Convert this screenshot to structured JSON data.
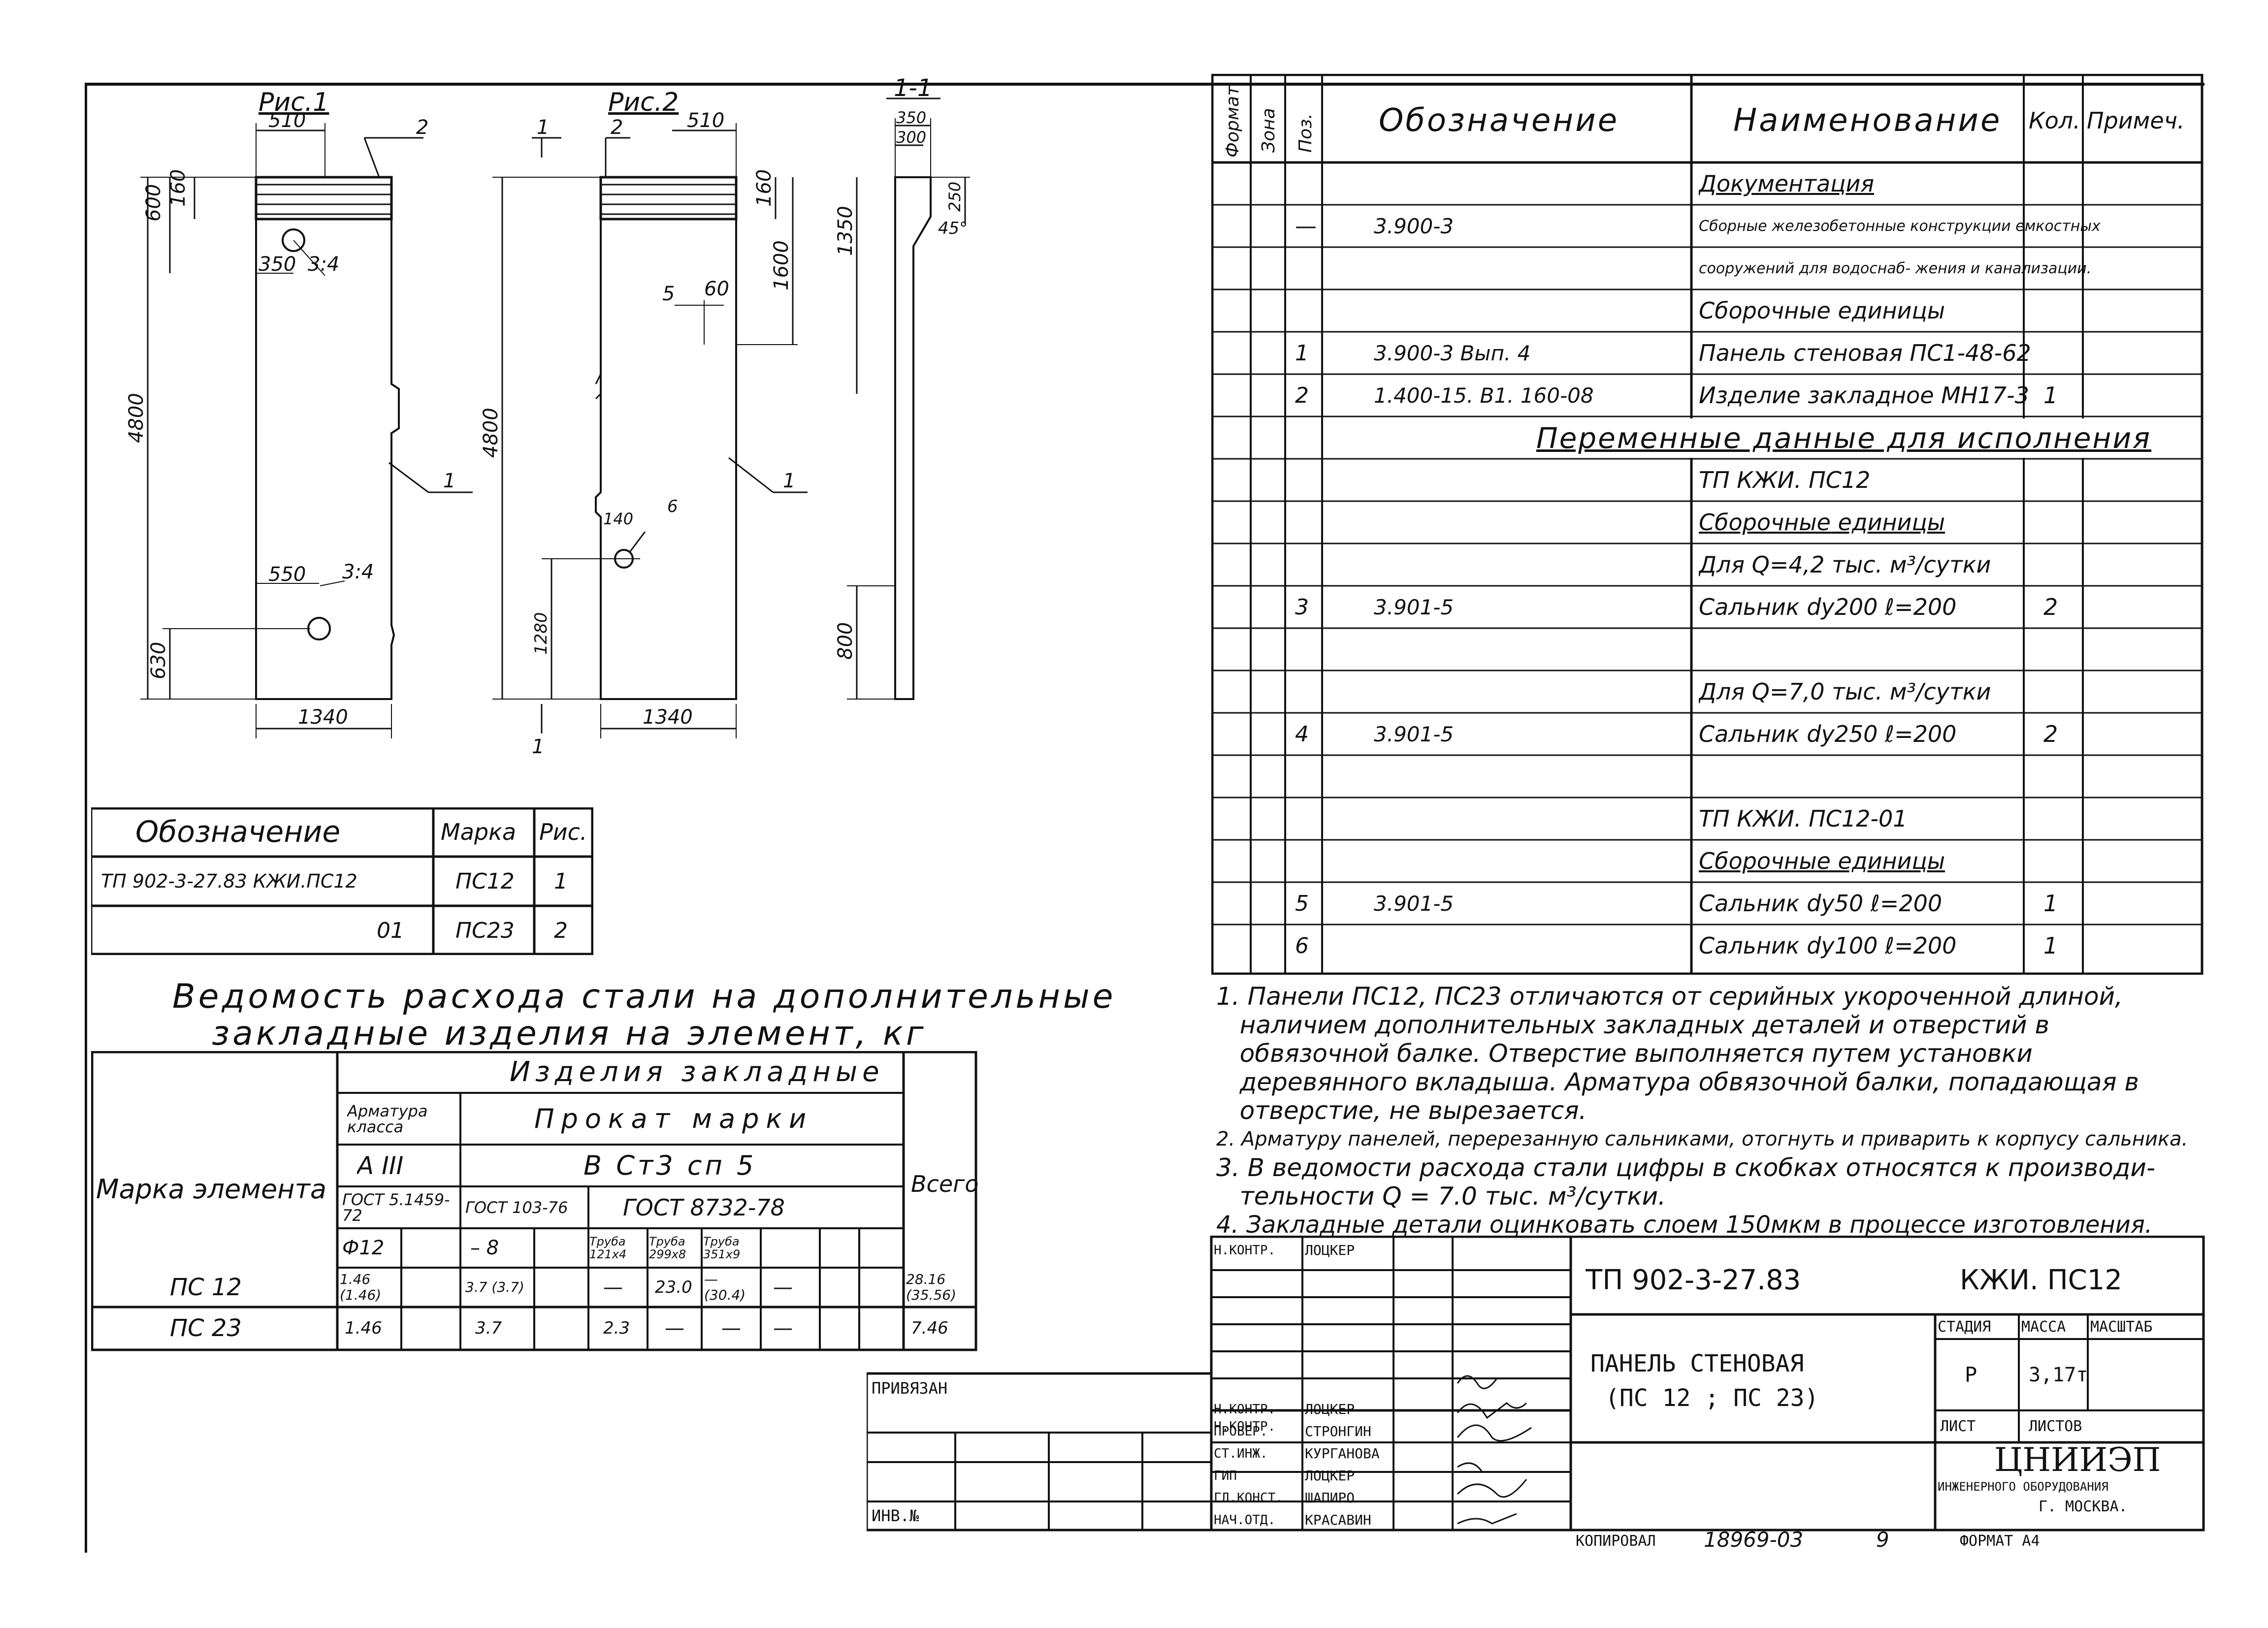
{
  "drawing": {
    "fig1": {
      "title": "Рис.1",
      "d_510": "510",
      "d_600": "600",
      "d_160": "160",
      "d_350": "350",
      "slope": "3:4",
      "d_4800": "4800",
      "d_550": "550",
      "slope2": "3:4",
      "d_630": "630",
      "d_1340": "1340",
      "call_2": "2",
      "call_1": "1"
    },
    "fig2": {
      "title": "Рис.2",
      "call_2": "2",
      "d_510": "510",
      "d_160": "160",
      "d_1600": "1600",
      "call_5": "5",
      "d_60": "60",
      "d_4800": "4800",
      "call_1": "1",
      "d_140": "140",
      "call_6": "6",
      "d_1280": "1280",
      "d_1340": "1340",
      "sec_mark": "1"
    },
    "sec11": {
      "title": "1-1",
      "d_350": "350",
      "d_300": "300",
      "d_1350": "1350",
      "d_250": "250",
      "angle": "45°",
      "d_800": "800"
    }
  },
  "small_table": {
    "headers": [
      "Обозначение",
      "Марка",
      "Рис."
    ],
    "rows": [
      [
        "ТП 902-3-27.83 КЖИ.ПС12",
        "ПС12",
        "1"
      ],
      [
        "01",
        "ПС23",
        "2"
      ]
    ]
  },
  "steel": {
    "title1": "Ведомость расхода стали на дополнительные",
    "title2": "закладные изделия на элемент, кг",
    "group": "Изделия закладные",
    "col_mark": "Марка элемента",
    "col_total": "Всего",
    "arm_class": "Арматура класса",
    "prokat": "Прокат марки",
    "arm_a3": "А III",
    "vst": "В Ст3 сп 5",
    "gost1": "ГОСТ 5.1459-72",
    "gost2": "ГОСТ 103-76",
    "gost3": "ГОСТ 8732-78",
    "phi12": "Ф12",
    "s8": "– 8",
    "pipe1": "Труба 121х4",
    "pipe2": "Труба 299х8",
    "pipe3": "Труба 351х9",
    "rows": [
      {
        "mark": "ПС 12",
        "v1": "1.46 (1.46)",
        "v2": "3.7 (3.7)",
        "v3": "—",
        "v4": "23.0",
        "v5": "— (30.4)",
        "v6": "—",
        "total": "28.16 (35.56)"
      },
      {
        "mark": "ПС 23",
        "v1": "1.46",
        "v2": "3.7",
        "v3": "2.3",
        "v4": "—",
        "v5": "—",
        "v6": "—",
        "total": "7.46"
      }
    ]
  },
  "spec": {
    "headers": {
      "format": "Формат",
      "zone": "Зона",
      "pos": "Поз.",
      "design": "Обозначение",
      "name": "Наименование",
      "qty": "Кол.",
      "note": "Примеч."
    },
    "rows": [
      {
        "pos": "",
        "design": "",
        "name": "Документация",
        "qty": "",
        "u": true
      },
      {
        "pos": "—",
        "design": "3.900-3",
        "name": "Сборные железобетонные конструкции емкостных",
        "qty": ""
      },
      {
        "pos": "",
        "design": "",
        "name": "сооружений для водоснаб- жения и канализации.",
        "qty": ""
      },
      {
        "pos": "",
        "design": "",
        "name": "Сборочные единицы",
        "qty": ""
      },
      {
        "pos": "1",
        "design": "3.900-3     Вып. 4",
        "name": "Панель стеновая ПС1-48-62",
        "qty": ""
      },
      {
        "pos": "2",
        "design": "1.400-15. В1. 160-08",
        "name": "Изделие закладное МН17-3",
        "qty": "1"
      },
      {
        "pos": "",
        "design": "",
        "name": "",
        "qty": ""
      },
      {
        "pos": "",
        "design": "",
        "name": "ТП           КЖИ. ПС12",
        "qty": ""
      },
      {
        "pos": "",
        "design": "",
        "name": "Сборочные единицы",
        "qty": "",
        "u": true
      },
      {
        "pos": "",
        "design": "",
        "name": "Для Q=4,2 тыс. м³/сутки",
        "qty": ""
      },
      {
        "pos": "3",
        "design": "3.901-5",
        "name": "Сальник dy200    ℓ=200",
        "qty": "2"
      },
      {
        "pos": "",
        "design": "",
        "name": "",
        "qty": ""
      },
      {
        "pos": "",
        "design": "",
        "name": "Для Q=7,0 тыс. м³/сутки",
        "qty": ""
      },
      {
        "pos": "4",
        "design": "3.901-5",
        "name": "Сальник dy250    ℓ=200",
        "qty": "2"
      },
      {
        "pos": "",
        "design": "",
        "name": "",
        "qty": ""
      },
      {
        "pos": "",
        "design": "",
        "name": "ТП           КЖИ. ПС12-01",
        "qty": ""
      },
      {
        "pos": "",
        "design": "",
        "name": "Сборочные единицы",
        "qty": "",
        "u": true
      },
      {
        "pos": "5",
        "design": "3.901-5",
        "name": "Сальник dy50    ℓ=200",
        "qty": "1"
      },
      {
        "pos": "6",
        "design": "",
        "name": "Сальник dy100   ℓ=200",
        "qty": "1"
      }
    ],
    "variable": "Переменные данные для исполнения"
  },
  "notes": [
    "1. Панели ПС12, ПС23 отличаются от серийных укороченной длиной,",
    "   наличием дополнительных закладных деталей и отверстий в",
    "   обвязочной балке. Отверстие выполняется путем установки",
    "   деревянного вкладыша. Арматура обвязочной балки, попадающая в",
    "   отверстие, не вырезается.",
    "2. Арматуру панелей, перерезанную сальниками, отогнуть и приварить к корпусу сальника.",
    "3. В ведомости расхода стали цифры в скобках относятся к производи-",
    "   тельности Q = 7.0 тыс. м³/сутки.",
    "4. Закладные детали оцинковать слоем 150мкм в процессе изготовления."
  ],
  "titleblock": {
    "doc_code": "ТП 902-3-27.83",
    "doc_mark": "КЖИ. ПС12",
    "name1": "ПАНЕЛЬ   СТЕНОВАЯ",
    "name2": "(ПС 12 ; ПС 23)",
    "stage_h": "СТАДИЯ",
    "mass_h": "МАССА",
    "scale_h": "МАСШТАБ",
    "stage": "Р",
    "mass": "3,17т",
    "sheet_h": "ЛИСТ",
    "sheets_h": "ЛИСТОВ",
    "org1": "ЦНИИЭП",
    "org2": "ИНЖЕНЕРНОГО ОБОРУДОВАНИЯ",
    "org3": "Г. МОСКВА.",
    "signers": [
      {
        "role": "Н.КОНТР.",
        "name": "ЛОЦКЕР"
      },
      {
        "role": "ПРОВЕР.",
        "name": "СТРОНГИН"
      },
      {
        "role": "СТ.ИНЖ.",
        "name": "КУРГАНОВА"
      },
      {
        "role": "ГИП",
        "name": "ЛОЦКЕР"
      },
      {
        "role": "ГЛ.КОНСТ.",
        "name": "ШАПИРО"
      },
      {
        "role": "НАЧ.ОТД.",
        "name": "КРАСАВИН"
      }
    ],
    "privyazan": "ПРИВЯЗАН",
    "inv": "ИНВ.№",
    "copy": "КОПИРОВАЛ",
    "copy_num": "18969-03",
    "copy_sheet": "9",
    "format": "ФОРМАТ А4"
  }
}
